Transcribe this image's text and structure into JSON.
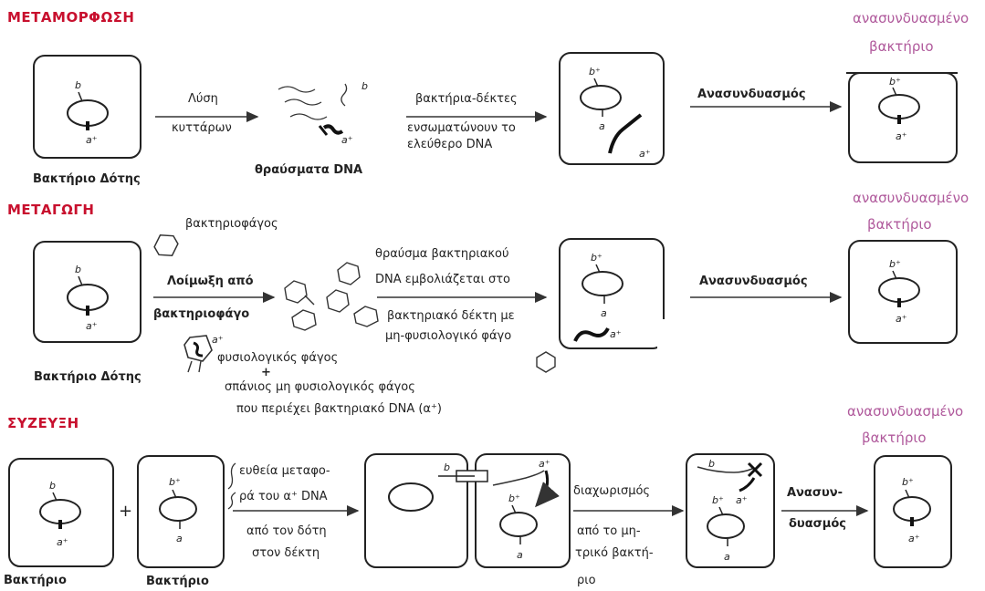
{
  "sections": {
    "transformation": {
      "title": "ΜΕΤΑΜΟΡΦΩΣΗ",
      "donor_label": "Βακτήριο Δότης",
      "lysis": [
        "Λύση",
        "κυττάρων"
      ],
      "fragments_label": "θραύσματα DNA",
      "recipient_text": [
        "βακτήρια-δέκτες",
        "ενσωματώνουν το",
        "ελεύθερο DNA"
      ],
      "recombination": "Ανασυνδυασμός",
      "result": [
        "ανασυνδυασμένο",
        "βακτήριο"
      ]
    },
    "transduction": {
      "title": "ΜΕΤΑΓΩΓΗ",
      "phage_label": "βακτηριοφάγος",
      "donor_label": "Βακτήριο Δότης",
      "infection": [
        "Λοίμωξη από",
        "βακτηριοφάγο"
      ],
      "insertion_text": [
        "θραύσμα βακτηριακού",
        "DNA εμβολιάζεται στο",
        "βακτηριακό δέκτη με",
        "μη-φυσιολογικό φάγο"
      ],
      "recombination": "Ανασυνδυασμός",
      "result": [
        "ανασυνδυασμένο",
        "βακτήριο"
      ],
      "phage_notes": [
        "φυσιολογικός φάγος",
        "+",
        "σπάνιος μη φυσιολογικός φάγος",
        "που περιέχει βακτηριακό DNA (α⁺)"
      ]
    },
    "conjugation": {
      "title": "ΣΥΖΕΥΞΗ",
      "plus": "+",
      "bacterium1": "Βακτήριο",
      "bacterium2": "Βακτήριο",
      "transfer_text": [
        "ευθεία μεταφο-",
        "ρά του α⁺ DNA",
        "από τον δότη",
        "στον δέκτη"
      ],
      "separation_text": [
        "διαχωρισμός",
        "από το μη-",
        "τρικό βακτή-",
        "ριο"
      ],
      "recombination": [
        "Ανασυν-",
        "δυασμός"
      ],
      "result": [
        "ανασυνδυασμένο",
        "βακτήριο"
      ]
    }
  },
  "genes": {
    "b": "b",
    "b_plus": "b⁺",
    "a": "a",
    "a_plus": "a⁺"
  },
  "colors": {
    "section_title": "#c8102e",
    "result_label": "#b05a9c",
    "ink": "#222222"
  }
}
